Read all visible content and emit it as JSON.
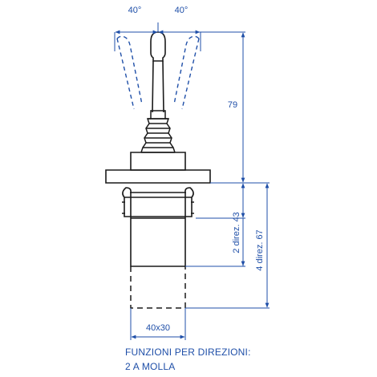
{
  "dimensions": {
    "angle_left": "40°",
    "angle_right": "40°",
    "height_total": "79",
    "height_2dir": "2 direz. 43",
    "height_4dir": "4 direz. 67",
    "base_width": "40x30"
  },
  "caption": {
    "line1": "FUNZIONI PER DIREZIONI:",
    "line2": "2 A MOLLA"
  },
  "colors": {
    "outline": "#1a1a1a",
    "dimension": "#1f4fa8"
  }
}
